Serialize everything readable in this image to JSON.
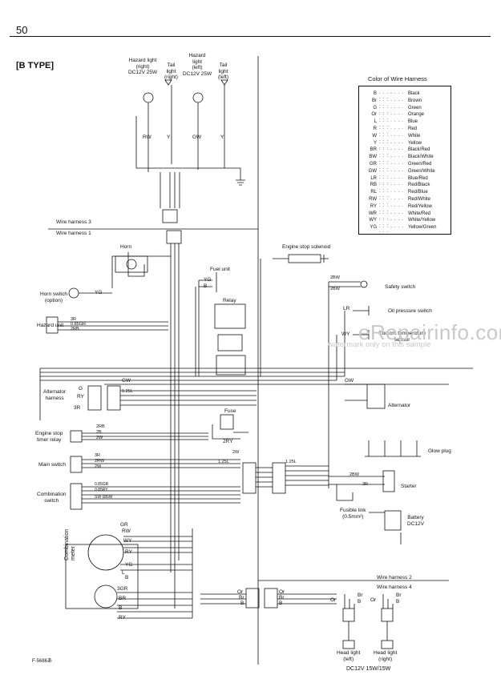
{
  "page_number": "50",
  "type_label": "[B TYPE]",
  "legend": {
    "title": "Color of Wire Harness",
    "dots": "· · · · · · · · · ·",
    "rows": [
      {
        "code": "B",
        "color": "Black"
      },
      {
        "code": "Br",
        "color": "Brown"
      },
      {
        "code": "G",
        "color": "Green"
      },
      {
        "code": "Or",
        "color": "Orange"
      },
      {
        "code": "L",
        "color": "Blue"
      },
      {
        "code": "R",
        "color": "Red"
      },
      {
        "code": "W",
        "color": "White"
      },
      {
        "code": "Y",
        "color": "Yellow"
      },
      {
        "code": "BR",
        "color": "Black/Red"
      },
      {
        "code": "BW",
        "color": "Black/White"
      },
      {
        "code": "GR",
        "color": "Green/Red"
      },
      {
        "code": "GW",
        "color": "Green/White"
      },
      {
        "code": "LR",
        "color": "Blue/Red"
      },
      {
        "code": "RB",
        "color": "Red/Black"
      },
      {
        "code": "RL",
        "color": "Red/Blue"
      },
      {
        "code": "RW",
        "color": "Red/White"
      },
      {
        "code": "RY",
        "color": "Red/Yellow"
      },
      {
        "code": "WR",
        "color": "White/Red"
      },
      {
        "code": "WY",
        "color": "White/Yellow"
      },
      {
        "code": "YG",
        "color": "Yellow/Green"
      }
    ]
  },
  "top_lights": {
    "hazard_right": "Hazard light\n(right)\nDC12V 25W",
    "tail_right": "Tail\nlight\n(right)",
    "hazard_left": "Hazard\nlight\n(left)\nDC12V 25W",
    "tail_left": "Tail\nlight\n(left)"
  },
  "wire_harness": {
    "h3": "Wire harness 3",
    "h1": "Wire harness 1",
    "h2": "Wire harness 2",
    "h4": "Wire harness 4"
  },
  "components": {
    "horn": "Horn",
    "horn_switch": "Horn switch\n(option)",
    "fuel_unit": "Fuel unit",
    "relay": "Relay",
    "hazard_unit": "Hazard unit",
    "alternator_harness": "Alternator\nharness",
    "engine_stop_timer_relay": "Engine stop\ntimer relay",
    "main_switch": "Main switch",
    "combination_switch": "Combination\nswitch",
    "combination_meter": "Combination\nmeter",
    "fuse": "Fuse",
    "engine_stop_solenoid": "Engine stop solenoid",
    "safety_switch": "Safety switch",
    "oil_pressure_switch": "Oil pressure switch",
    "coolant_temperature_sensor": "Coolant temperature\nsensor",
    "alternator": "Alternator",
    "glow_plug": "Glow plug",
    "starter": "Starter",
    "fusible_link": "Fusible link\n(0.5mm²)",
    "battery": "Battery\nDC12V",
    "head_light_left": "Head light\n(left)",
    "head_light_right": "Head light\n(right)",
    "head_light_spec": "DC12V 15W/15W"
  },
  "wire_labels": {
    "rw_top": "RW",
    "y_top1": "Y",
    "gw_top": "GW",
    "y_top2": "Y",
    "yg_fuel": "YG",
    "b_fuel": "B",
    "yg_horn": "YG",
    "hz_3r": "3R",
    "hz_05gr": "0.85GR",
    "hz_2rb": "2RB",
    "alt_g": "G",
    "alt_ry": "RY",
    "alt_3r": "3R",
    "alt_125l": "1.25L",
    "alt_gw": "GW",
    "tr_2rb": "2RB",
    "tr_2b": "2B",
    "tr_2w": "2W",
    "ms_3r": "3R",
    "ms_2rw": "2RW",
    "ms_2w": "2W",
    "cs_05gr": "0.85GR",
    "cs_05ry": "0.85RY",
    "cs_sw": "SW 085W",
    "fuse_2ry": "2RY",
    "fuse_2w": "2W",
    "j_125l": "1.25L",
    "j_125l_r": "1.25L",
    "sf_2bw": "2BW",
    "sf_2bw2": "2BW",
    "op_lr": "LR",
    "ct_wy": "WY",
    "alt_gw2": "GW",
    "st_2bw": "2BW",
    "st_3r": "3R",
    "cm_gr": "GR",
    "cm_rw": "RW",
    "cm_wy": "WY",
    "cm_ry": "RY",
    "cm_yg": "YG",
    "cm_l": "L",
    "cm_b": "B",
    "cm_3gr": "3GR",
    "cm_br": "BR",
    "cm_b2": "B",
    "cm_ry2": "RY",
    "hl_or": "Or",
    "hl_br": "Br",
    "hl_b": "B",
    "hr_or": "Or",
    "hr_br": "Br",
    "hr_b": "B",
    "hc_or": "Or",
    "hc_br": "Br",
    "hc_b": "B",
    "hd_br": "Br",
    "hd_b": "B",
    "hd_or": "Or"
  },
  "watermark": {
    "line1": "eRepairinfo.com",
    "line2": "watermark only on this sample"
  },
  "figure_code": "F-5686あ"
}
